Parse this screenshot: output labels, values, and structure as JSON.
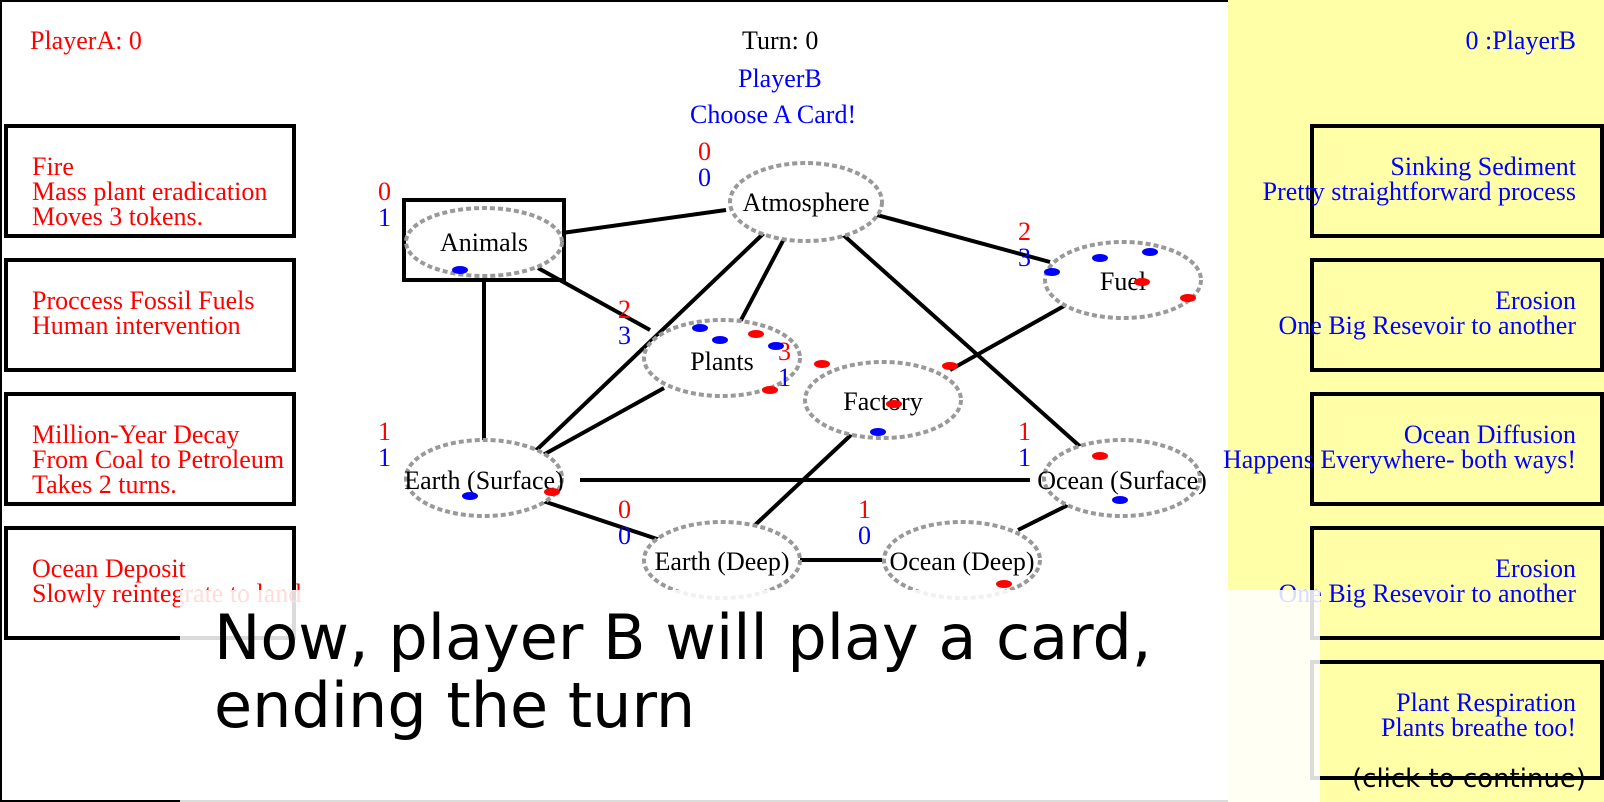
{
  "header": {
    "player_a_score": "PlayerA: 0",
    "turn": "Turn: 0",
    "current_player": "PlayerB",
    "prompt": "Choose A Card!",
    "player_b_score": "0 :PlayerB"
  },
  "left_cards": [
    {
      "lines": [
        "Fire",
        "Mass plant eradication",
        "Moves 3 tokens."
      ]
    },
    {
      "lines": [
        "Proccess Fossil Fuels",
        "Human intervention"
      ]
    },
    {
      "lines": [
        "Million-Year Decay",
        "From Coal to Petroleum",
        "Takes 2 turns."
      ]
    },
    {
      "lines": [
        "Ocean Deposit",
        "Slowly reintegrate to land"
      ]
    }
  ],
  "right_cards": [
    {
      "lines": [
        "Sinking Sediment",
        "Pretty straightforward process"
      ]
    },
    {
      "lines": [
        "Erosion",
        "One Big Resevoir to another"
      ]
    },
    {
      "lines": [
        "Ocean Diffusion",
        "Happens Everywhere- both ways!"
      ]
    },
    {
      "lines": [
        "Erosion",
        "One Big Resevoir to another"
      ]
    },
    {
      "lines": [
        "Plant Respiration",
        "Plants breathe too!"
      ]
    }
  ],
  "nodes": {
    "atmosphere": {
      "label": "Atmosphere",
      "red": "0",
      "blue": "0"
    },
    "animals": {
      "label": "Animals",
      "red": "0",
      "blue": "1"
    },
    "fuel": {
      "label": "Fuel",
      "red": "2",
      "blue": "3"
    },
    "plants": {
      "label": "Plants",
      "red": "2",
      "blue": "3",
      "red2": "3",
      "blue2": "1"
    },
    "factory": {
      "label": "Factory"
    },
    "earth_surface": {
      "label": "Earth (Surface)",
      "red": "1",
      "blue": "1"
    },
    "ocean_surface": {
      "label": "Ocean (Surface)",
      "red": "1",
      "blue": "1"
    },
    "earth_deep": {
      "label": "Earth (Deep)",
      "red": "0",
      "blue": "0"
    },
    "ocean_deep": {
      "label": "Ocean (Deep)",
      "red": "1",
      "blue": "0"
    }
  },
  "colors": {
    "red": "#ff0000",
    "blue": "#0000ff",
    "panel": "#ffffa8"
  },
  "tutorial": {
    "line1": "Now, player B will play a card,",
    "line2": "ending the turn",
    "continue": "(click to continue)"
  }
}
